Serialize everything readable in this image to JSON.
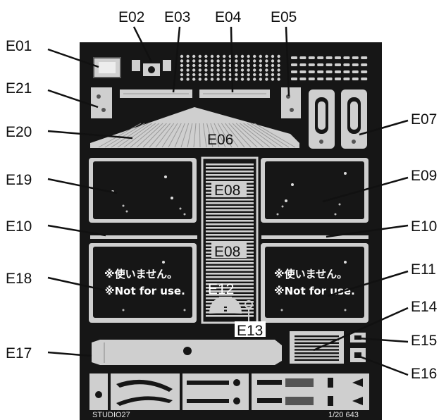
{
  "part_labels": {
    "E01": "E01",
    "E02": "E02",
    "E03": "E03",
    "E04": "E04",
    "E05": "E05",
    "E06": "E06",
    "E07": "E07",
    "E08a": "E08",
    "E08b": "E08",
    "E09": "E09",
    "E10_left": "E10",
    "E10_right": "E10",
    "E11": "E11",
    "E12": "E12",
    "E13": "E13",
    "E14": "E14",
    "E15": "E15",
    "E16": "E16",
    "E17": "E17",
    "E18": "E18",
    "E19": "E19",
    "E20": "E20",
    "E21": "E21"
  },
  "notes": {
    "left_jp": "※使いません。",
    "left_en": "※Not for use.",
    "right_jp": "※使いません。",
    "right_en": "※Not for use."
  },
  "footer": {
    "brand": "STUDIO27",
    "code": "1/20 643"
  },
  "colors": {
    "fret": "#161616",
    "part": "#cfcfcf",
    "part_dark": "#8a8a8a",
    "line": "#111111"
  }
}
